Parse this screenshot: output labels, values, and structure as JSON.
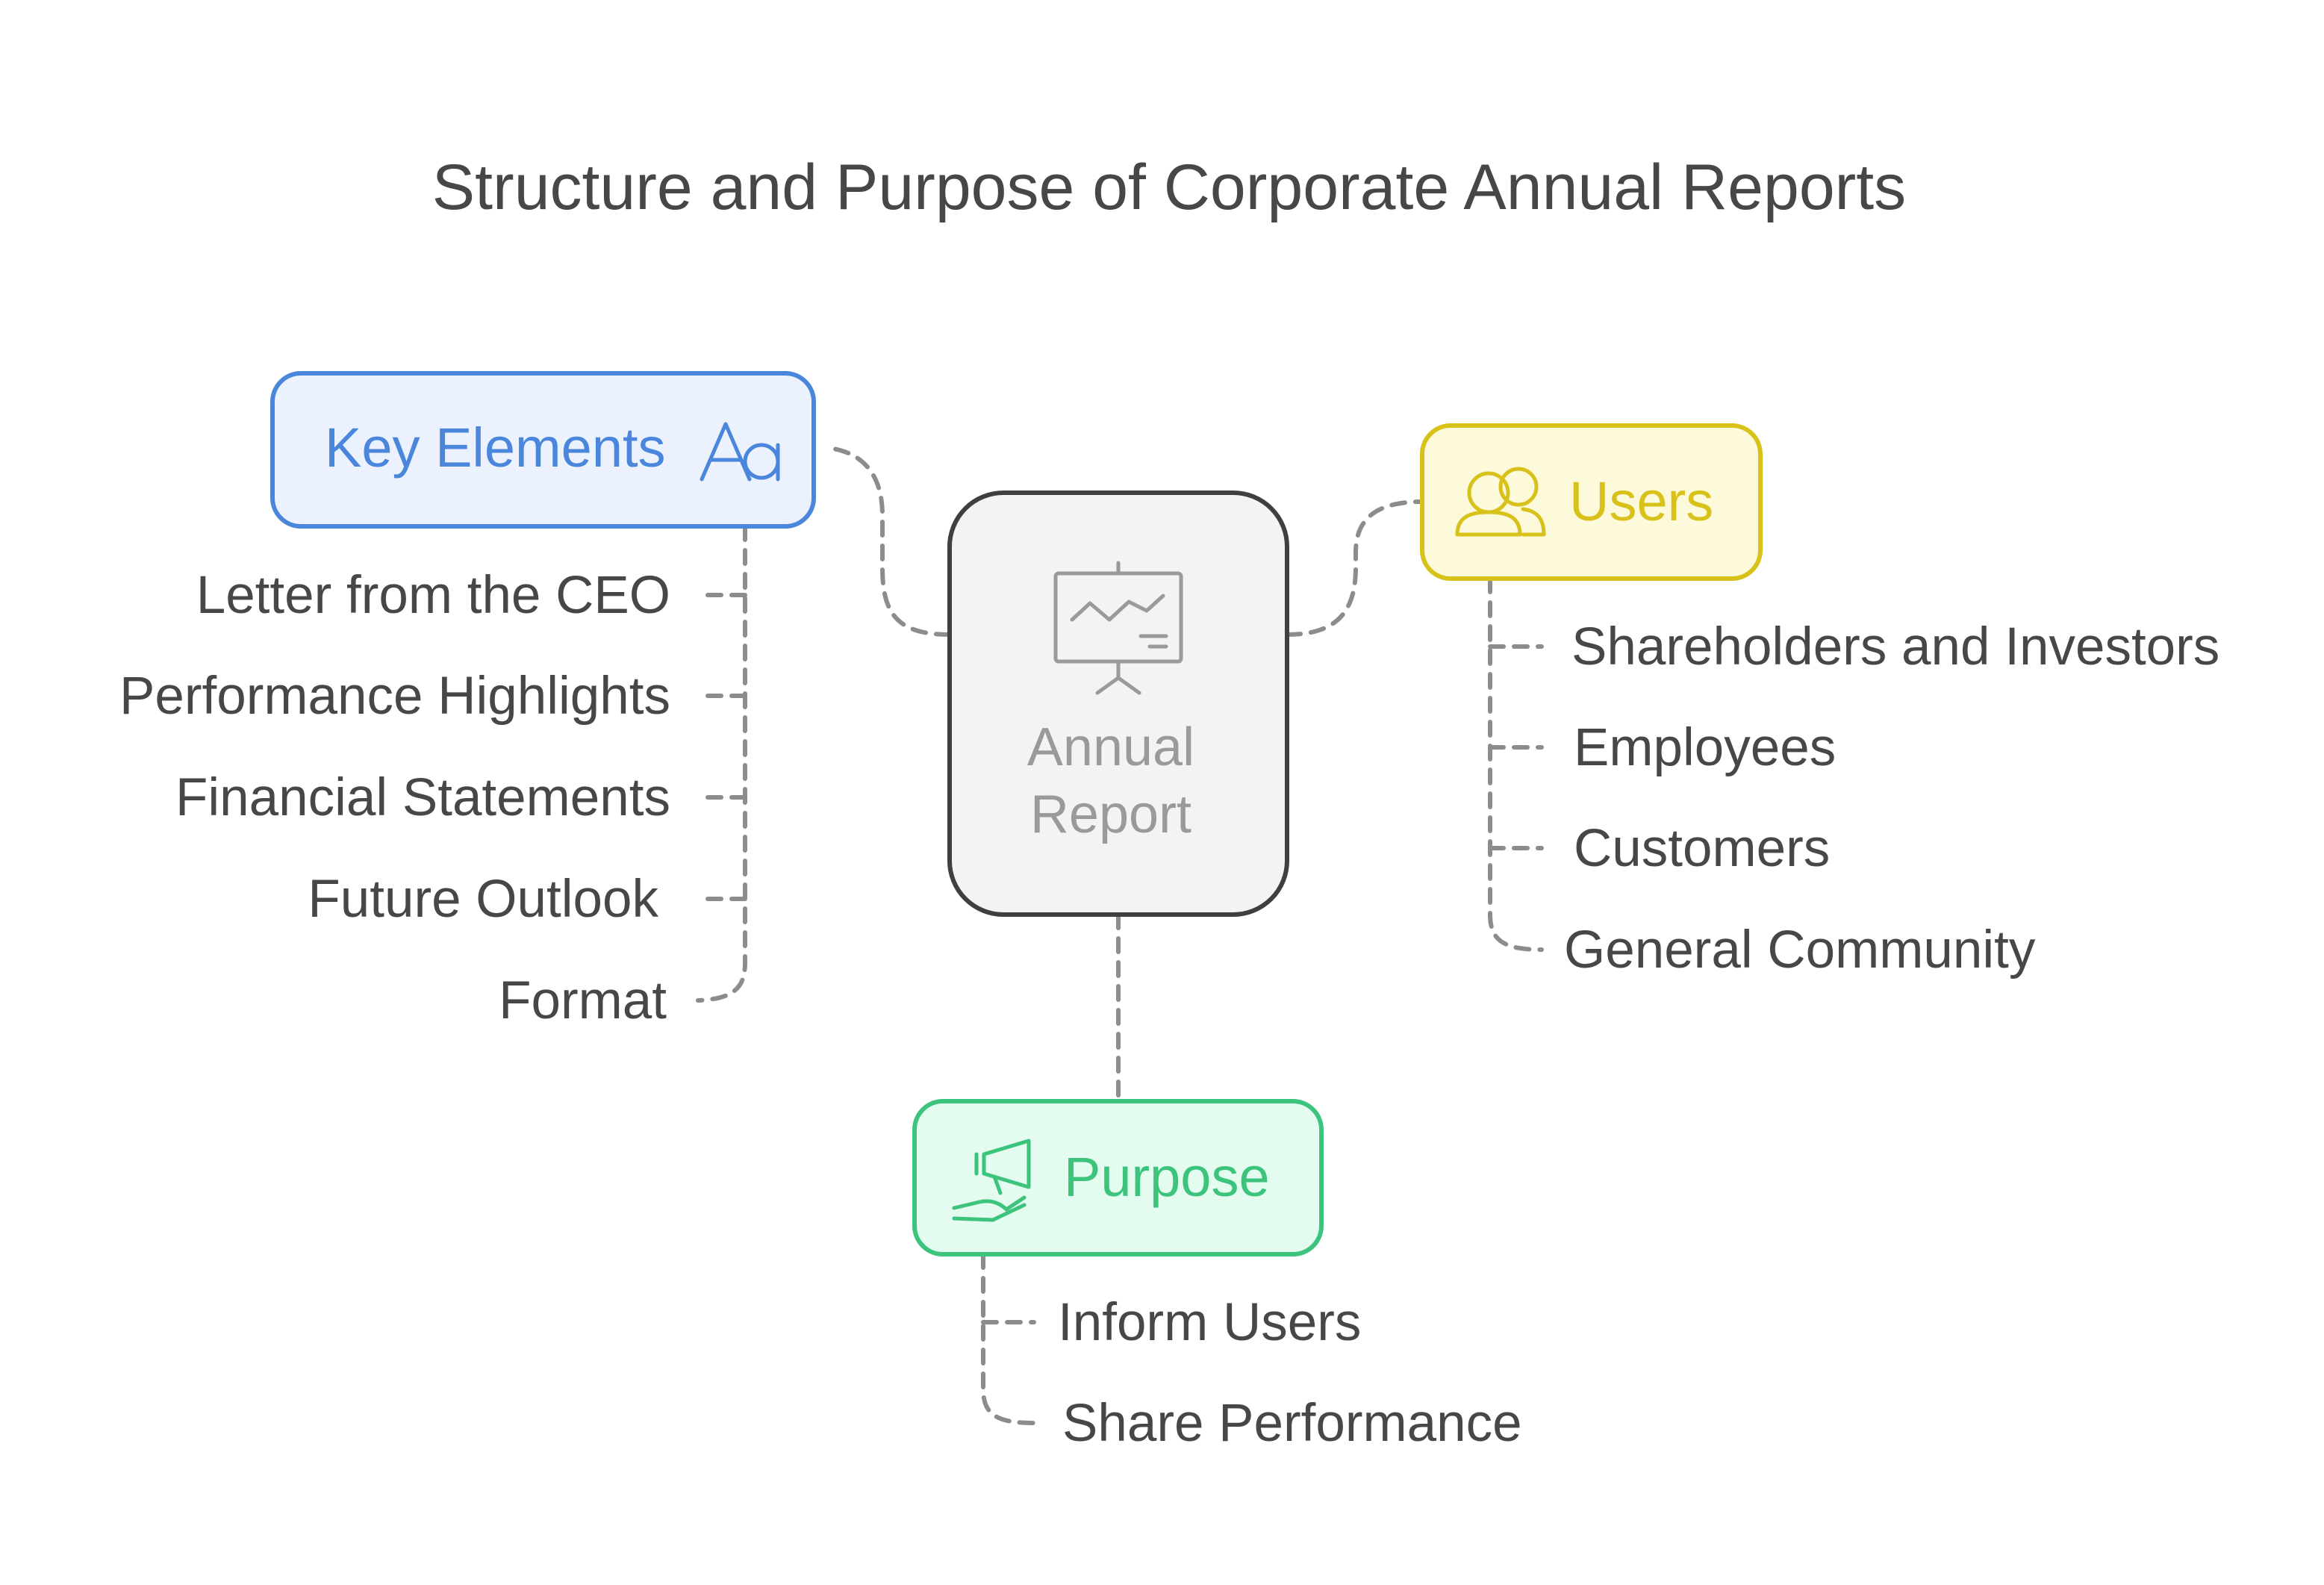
{
  "title": "Structure and Purpose of Corporate Annual Reports",
  "center": {
    "line1": "Annual",
    "line2": "Report",
    "icon": "presentation-chart-icon"
  },
  "branches": {
    "key_elements": {
      "label": "Key Elements",
      "icon": "typography-aa-icon",
      "color": "#4a86dc",
      "fill": "#ebf2fd",
      "items": [
        "Letter from the CEO",
        "Performance Highlights",
        "Financial Statements",
        "Future Outlook",
        "Format"
      ]
    },
    "users": {
      "label": "Users",
      "icon": "users-icon",
      "color": "#d8c21a",
      "fill": "#fdf9db",
      "items": [
        "Shareholders and Investors",
        "Employees",
        "Customers",
        "General Community"
      ]
    },
    "purpose": {
      "label": "Purpose",
      "icon": "megaphone-hand-icon",
      "color": "#3cc47c",
      "fill": "#e4fbef",
      "items": [
        "Inform Users",
        "Share Performance"
      ]
    }
  },
  "colors": {
    "text": "#474747",
    "connector": "#8c8c8c",
    "center_border": "#3f3f3f",
    "center_fill": "#f3f3f3",
    "center_text": "#9a9a9a"
  }
}
